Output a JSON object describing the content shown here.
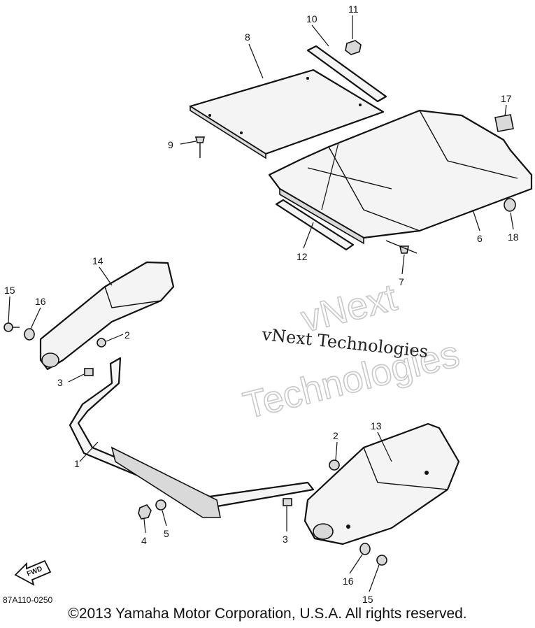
{
  "diagram": {
    "callouts": [
      {
        "id": "c1",
        "label": "1"
      },
      {
        "id": "c2a",
        "label": "2"
      },
      {
        "id": "c2b",
        "label": "2"
      },
      {
        "id": "c3a",
        "label": "3"
      },
      {
        "id": "c3b",
        "label": "3"
      },
      {
        "id": "c4",
        "label": "4"
      },
      {
        "id": "c5",
        "label": "5"
      },
      {
        "id": "c6",
        "label": "6"
      },
      {
        "id": "c7",
        "label": "7"
      },
      {
        "id": "c8",
        "label": "8"
      },
      {
        "id": "c9",
        "label": "9"
      },
      {
        "id": "c10",
        "label": "10"
      },
      {
        "id": "c11",
        "label": "11"
      },
      {
        "id": "c12",
        "label": "12"
      },
      {
        "id": "c13",
        "label": "13"
      },
      {
        "id": "c14",
        "label": "14"
      },
      {
        "id": "c15a",
        "label": "15"
      },
      {
        "id": "c15b",
        "label": "15"
      },
      {
        "id": "c16a",
        "label": "16"
      },
      {
        "id": "c16b",
        "label": "16"
      },
      {
        "id": "c17",
        "label": "17"
      },
      {
        "id": "c18",
        "label": "18"
      }
    ],
    "direction_arrow_label": "FWD",
    "diagram_code": "87A110-0250"
  },
  "watermark": {
    "outline_line1": "vNext",
    "outline_line2": "Technologies",
    "text": "vNext Technologies"
  },
  "footer": {
    "copyright": "©2013 Yamaha Motor Corporation, U.S.A. All rights reserved."
  }
}
